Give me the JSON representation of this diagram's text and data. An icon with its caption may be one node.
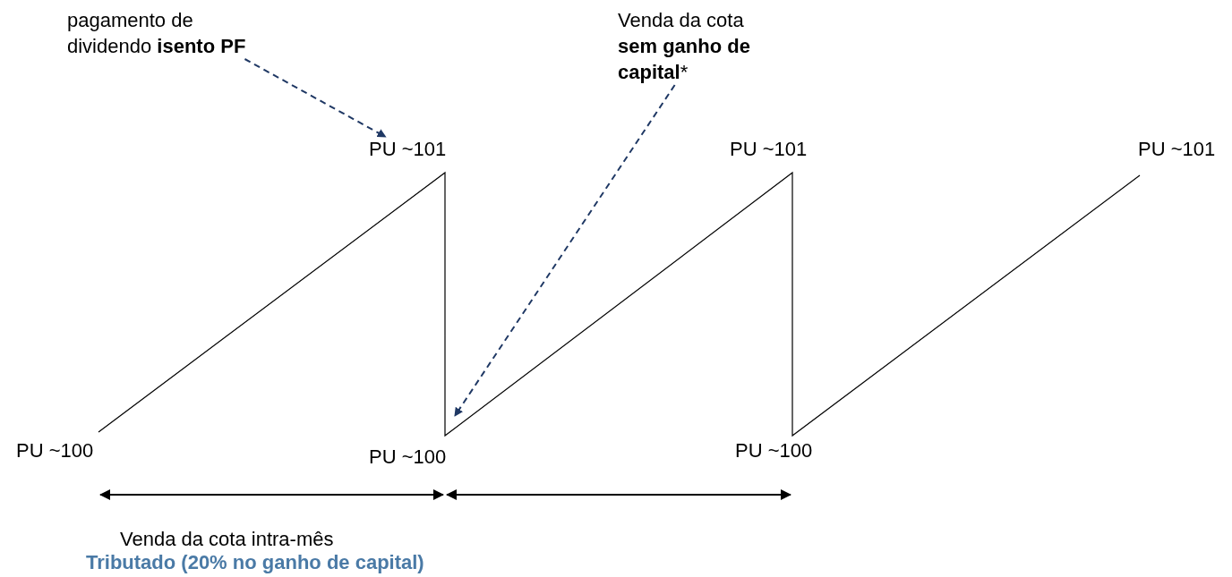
{
  "diagram": {
    "nodes": [
      {
        "text": [
          "pagamento de dividendo **isento PF**"
        ]
      },
      {
        "text": [
          "Venda da cota **sem ganho de capital***"
        ]
      },
      {
        "text": [
          "PU ~101"
        ]
      }
    ],
    "edges": [
      {
        "from": 0,
        "to": 2,
        "arrow": "to",
        "style": "dashed"
      },
      {
        "from": 1,
        "to": null,
        "arrow": "to",
        "style": "dashed"
      }
    ],
    "labels": [
      "PU ~101",
      "PU ~101",
      "PU ~100",
      "PU ~100",
      "PU ~100",
      "Venda da cota intra-mês",
      "Tributado (20% no ganho de capital)"
    ]
  }
}
